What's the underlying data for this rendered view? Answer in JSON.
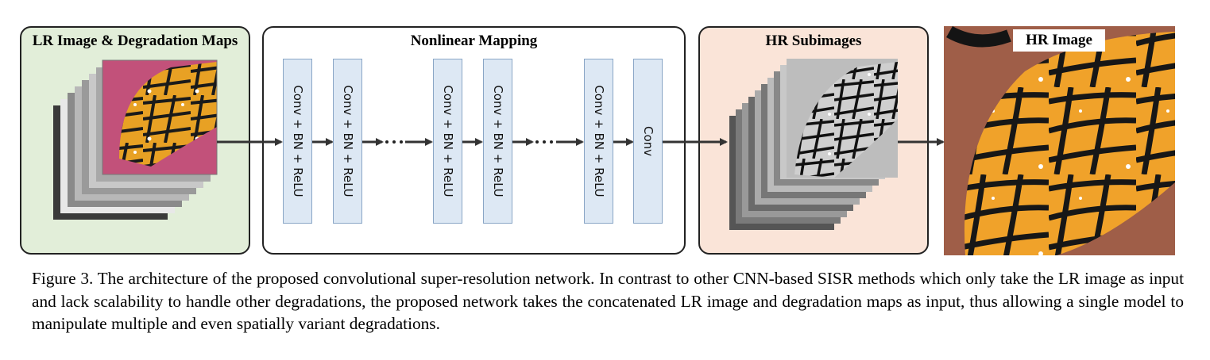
{
  "panels": {
    "lr_title": "LR Image & Degradation Maps",
    "nm_title": "Nonlinear Mapping",
    "hr_sub_title": "HR Subimages",
    "hr_image_title": "HR Image"
  },
  "blocks": [
    {
      "label": "Conv + BN + ReLU"
    },
    {
      "label": "Conv + BN + ReLU"
    },
    {
      "label": "Conv + BN + ReLU"
    },
    {
      "label": "Conv + BN + ReLU"
    },
    {
      "label": "Conv + BN + ReLU"
    },
    {
      "label": "Conv"
    }
  ],
  "caption": "Figure 3. The architecture of the proposed convolutional super-resolution network. In contrast to other CNN-based SISR methods which only take the LR image as input and lack scalability to handle other degradations, the proposed network takes the concatenated LR image and degradation maps as input, thus allowing a single model to manipulate multiple and even spatially variant degradations.",
  "colors": {
    "lr_panel": "#e2eed9",
    "hr_panel": "#fae4d8",
    "block_fill": "#dde8f4",
    "wing_orange": "#e89a1e",
    "wing_black": "#1a1a1a"
  }
}
